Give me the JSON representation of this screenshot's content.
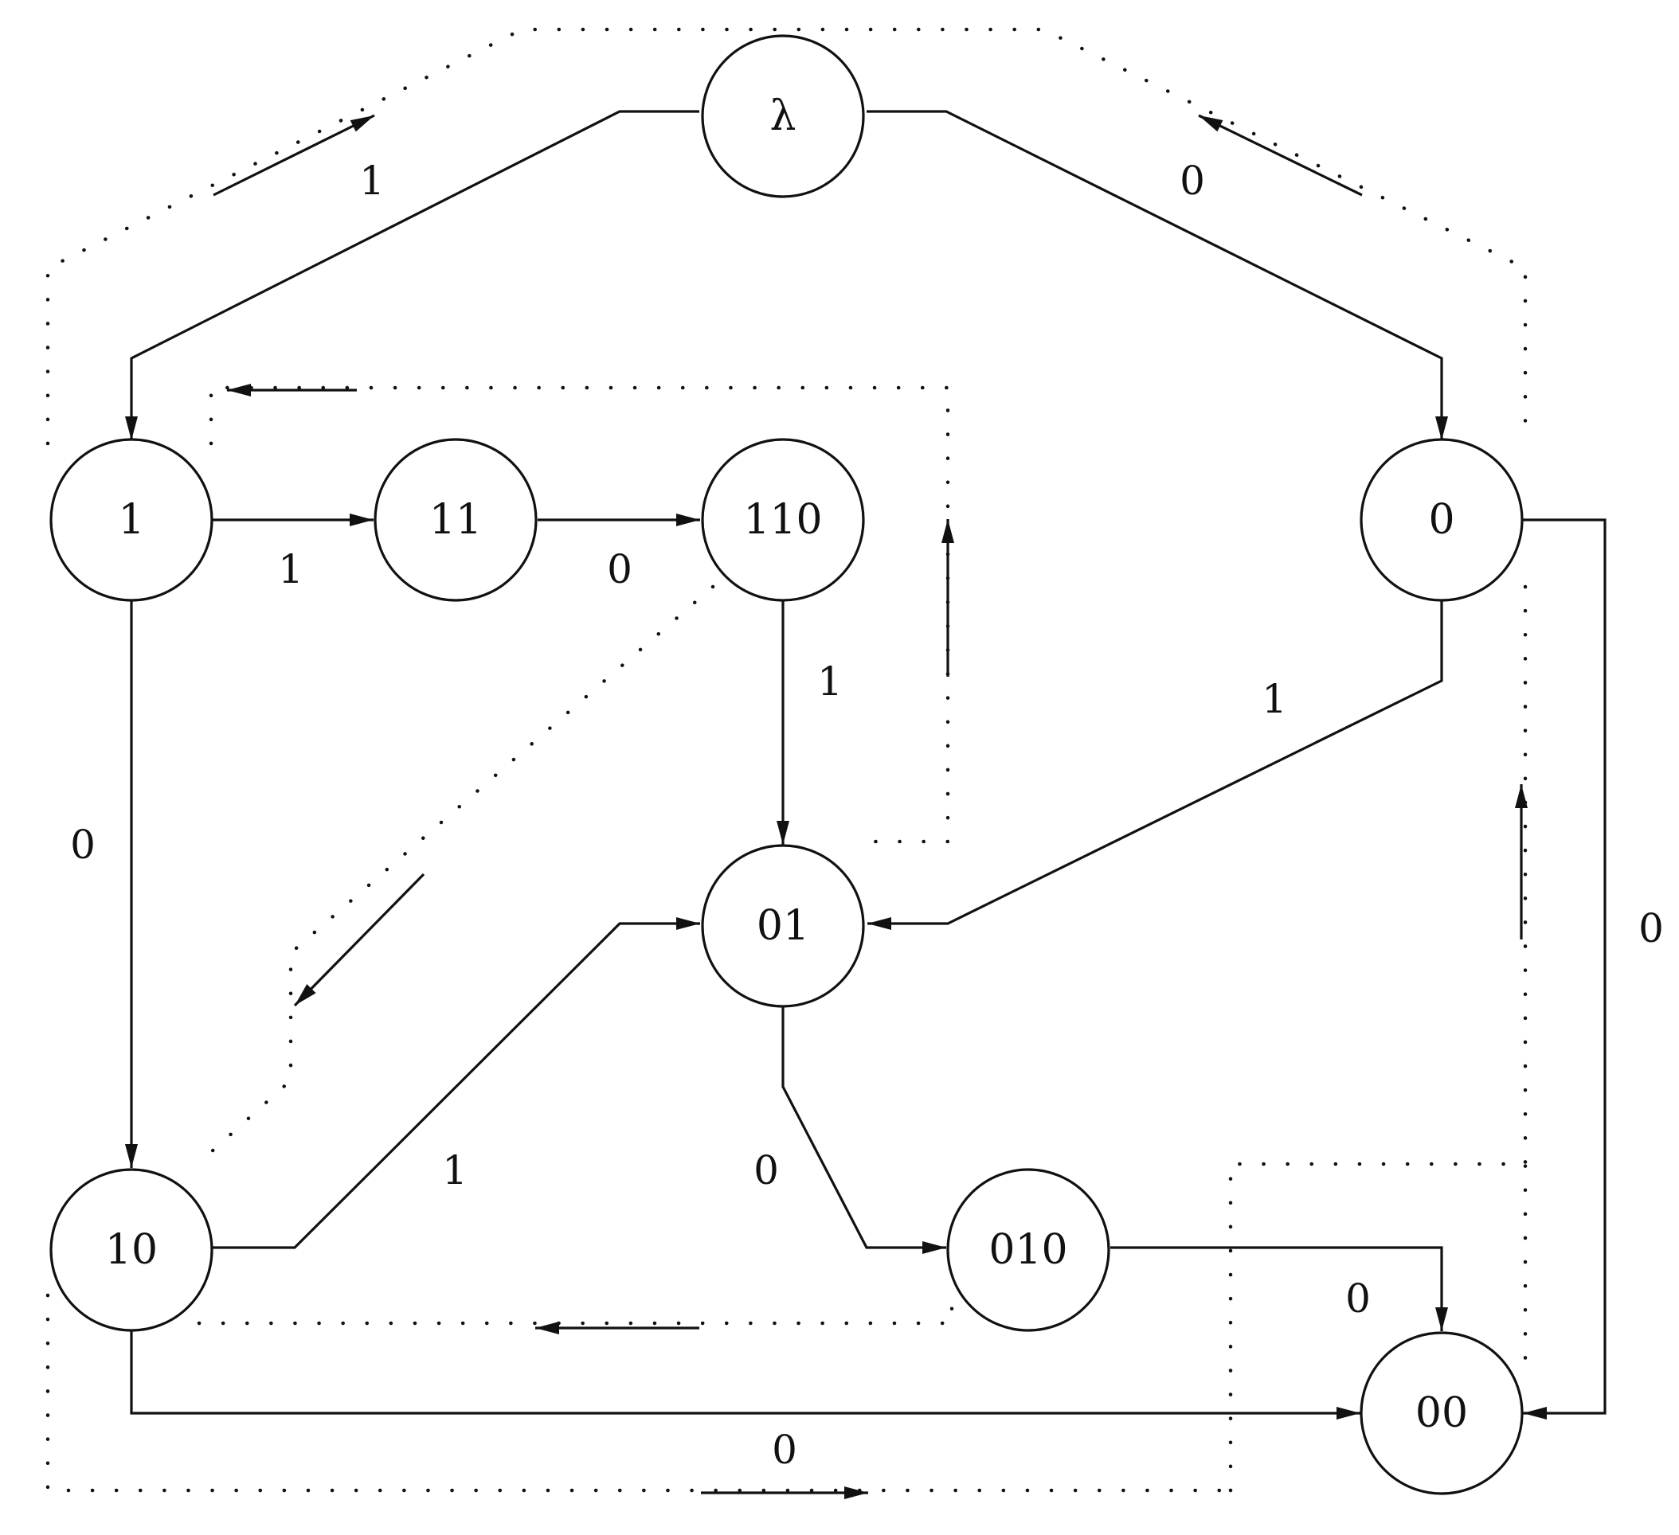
{
  "diagram": {
    "nodes": [
      {
        "id": "n-lambda",
        "label": "λ"
      },
      {
        "id": "n-1",
        "label": "1"
      },
      {
        "id": "n-11",
        "label": "11"
      },
      {
        "id": "n-110",
        "label": "110"
      },
      {
        "id": "n-0",
        "label": "0"
      },
      {
        "id": "n-01",
        "label": "01"
      },
      {
        "id": "n-10",
        "label": "10"
      },
      {
        "id": "n-010",
        "label": "010"
      },
      {
        "id": "n-00",
        "label": "00"
      }
    ],
    "edges": [
      {
        "from": "λ",
        "to": "1",
        "label": "1"
      },
      {
        "from": "λ",
        "to": "0",
        "label": "0"
      },
      {
        "from": "1",
        "to": "11",
        "label": "1"
      },
      {
        "from": "11",
        "to": "110",
        "label": "0"
      },
      {
        "from": "1",
        "to": "10",
        "label": "0"
      },
      {
        "from": "110",
        "to": "01",
        "label": "1"
      },
      {
        "from": "0",
        "to": "01",
        "label": "1"
      },
      {
        "from": "0",
        "to": "00",
        "label": "0"
      },
      {
        "from": "10",
        "to": "01",
        "label": "1"
      },
      {
        "from": "01",
        "to": "010",
        "label": "0"
      },
      {
        "from": "010",
        "to": "00",
        "label": "0"
      },
      {
        "from": "10",
        "to": "00",
        "label": "0"
      }
    ]
  }
}
